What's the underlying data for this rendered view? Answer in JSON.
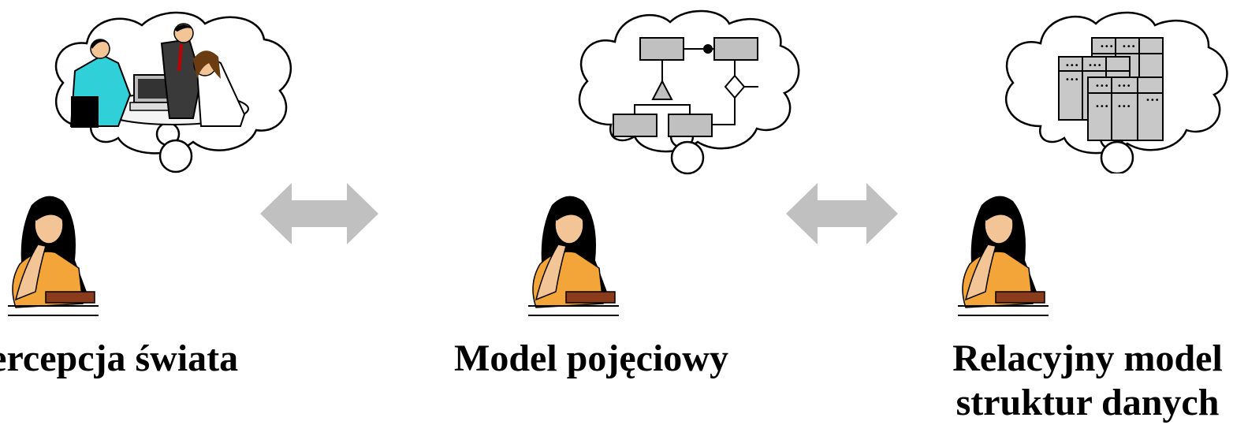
{
  "colors": {
    "arrow": "#c0c0c0",
    "diagram_box": "#c0c0c0",
    "table_fill": "#c8c8c8",
    "skin": "#f2c496",
    "hair": "#000000",
    "shirt": "#f3a53a",
    "book": "#8a3b1c"
  },
  "panels": [
    {
      "caption_line1": "Percepcja świata",
      "caption_line2": "",
      "thought_icon": "people-at-computer-icon"
    },
    {
      "caption_line1": "Model pojęciowy",
      "caption_line2": "",
      "thought_icon": "entity-relationship-diagram-icon"
    },
    {
      "caption_line1": "Relacyjny model",
      "caption_line2": "struktur danych",
      "thought_icon": "relational-tables-icon"
    }
  ],
  "arrows": [
    {
      "icon": "double-arrow-icon"
    },
    {
      "icon": "double-arrow-icon"
    }
  ]
}
